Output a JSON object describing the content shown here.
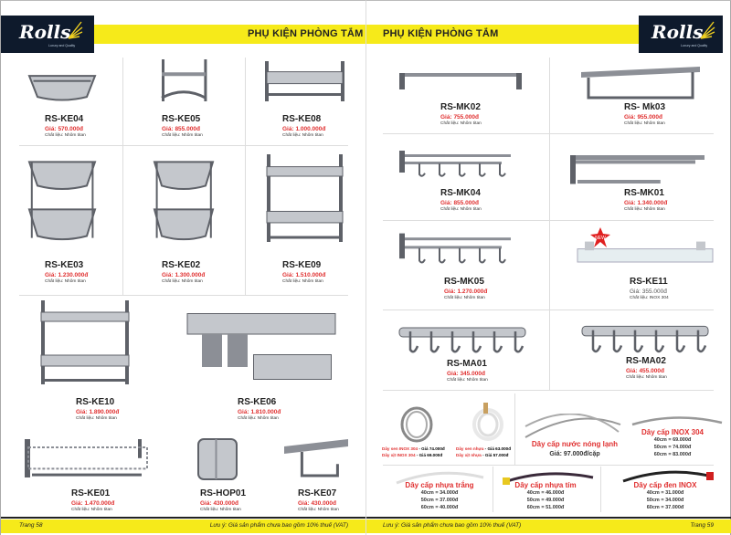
{
  "header": {
    "brand": "Rolls",
    "brand_tagline": "Luxury and Quality",
    "title_left": "PHỤ KIỆN PHÒNG TẮM",
    "title_right": "PHỤ KIỆN PHÒNG TẮM"
  },
  "footer": {
    "left_page": "Trang 58",
    "right_page": "Trang 59",
    "note": "Lưu ý: Giá sản phẩm chưa bao gồm 10% thuế  (VAT)"
  },
  "colors": {
    "yellow": "#f6ea1a",
    "navy": "#0e1a2c",
    "price_red": "#e03030"
  },
  "left_products": [
    {
      "code": "RS-KE04",
      "price": "Giá: 570.000đ",
      "material": "Chất liệu: Nhôm titan",
      "shape": "corner"
    },
    {
      "code": "RS-KE05",
      "price": "Giá: 855.000đ",
      "material": "Chất liệu: Nhôm titan",
      "shape": "corner-frame"
    },
    {
      "code": "RS-KE08",
      "price": "Giá: 1.000.000đ",
      "material": "Chất liệu: Nhôm titan",
      "shape": "rack"
    },
    {
      "code": "RS-KE03",
      "price": "Giá: 1.230.000đ",
      "material": "Chất liệu: Nhôm titan",
      "shape": "corner2"
    },
    {
      "code": "RS-KE02",
      "price": "Giá: 1.300.000đ",
      "material": "Chất liệu: Nhôm titan",
      "shape": "corner2"
    },
    {
      "code": "RS-KE09",
      "price": "Giá: 1.510.000đ",
      "material": "Chất liệu: Nhôm titan",
      "shape": "rack2"
    },
    {
      "code": "RS-KE10",
      "price": "Giá: 1.890.000đ",
      "material": "Chất liệu: Nhôm titan",
      "shape": "rack2"
    },
    {
      "code": "RS-KE06",
      "price": "Giá: 1.810.000đ",
      "material": "Chất liệu: Nhôm titan",
      "shape": "kitchen"
    },
    {
      "code": "RS-KE01",
      "price": "Giá: 1.470.000đ",
      "material": "Chất liệu: Nhôm titan",
      "shape": "basket"
    },
    {
      "code": "RS-HOP01",
      "price": "Giá: 430.000đ",
      "material": "Chất liệu: Nhôm titan",
      "shape": "box"
    },
    {
      "code": "RS-KE07",
      "price": "Giá: 430.000đ",
      "material": "Chất liệu: Nhôm titan",
      "shape": "paper"
    }
  ],
  "right_products": [
    {
      "code": "RS-MK02",
      "price": "Giá: 755.000đ",
      "material": "Chất liệu: Nhôm titan",
      "shape": "bar"
    },
    {
      "code": "RS- Mk03",
      "price": "Giá: 955.000đ",
      "material": "Chất liệu: Nhôm titan",
      "shape": "shelfbar"
    },
    {
      "code": "RS-MK04",
      "price": "Giá: 855.000đ",
      "material": "Chất liệu: Nhôm titan",
      "shape": "towelhooks"
    },
    {
      "code": "RS-MK01",
      "price": "Giá: 1.340.000đ",
      "material": "Chất liệu: Nhôm titan",
      "shape": "towelrack"
    },
    {
      "code": "RS-MK05",
      "price": "Giá: 1.270.000đ",
      "material": "Chất liệu: Nhôm titan",
      "shape": "towelhooks"
    },
    {
      "code": "RS-KE11",
      "price": "Giá: 355.000đ",
      "material": "Chất liệu: INOX 304",
      "shape": "glass",
      "badge": "NEW"
    },
    {
      "code": "RS-MA01",
      "price": "Giá: 345.000đ",
      "material": "Chất liệu: Nhôm titan",
      "shape": "hooks"
    },
    {
      "code": "RS-MA02",
      "price": "Giá: 455.000đ",
      "material": "Chất liệu: Nhôm titan",
      "shape": "hooks2"
    }
  ],
  "hoses": [
    {
      "line1_name": "Dây sen INOX 304",
      "line1_price": " - Giá 74.000đ",
      "line2_name": "Dây xịt INOX 304",
      "line2_price": " - Giá 69.000đ"
    },
    {
      "line1_name": "Dây sen nhựa",
      "line1_price": " - Giá 63.000đ",
      "line2_name": "Dây xịt nhựa",
      "line2_price": " - Giá 57.000đ"
    }
  ],
  "cables": [
    {
      "title": "Dây cấp nước nóng lạnh",
      "price": "Giá: 97.000đ/cặp",
      "lines": []
    },
    {
      "title": "Dây  cấp INOX 304",
      "lines": [
        "40cm = 69.000đ",
        "50cm = 74.000đ",
        "60cm = 83.000đ"
      ]
    },
    {
      "title": "Dây  cấp nhựa trắng",
      "lines": [
        "40cm = 34.000đ",
        "50cm = 37.000đ",
        "60cm = 40.000đ"
      ]
    },
    {
      "title": "Dây  cấp nhựa tím",
      "lines": [
        "40cm = 46.000đ",
        "50cm = 49.000đ",
        "60cm = 51.000đ"
      ]
    },
    {
      "title": "Dây  cấp đen INOX",
      "lines": [
        "40cm = 31.000đ",
        "50cm = 34.000đ",
        "60cm = 37.000đ"
      ]
    }
  ]
}
